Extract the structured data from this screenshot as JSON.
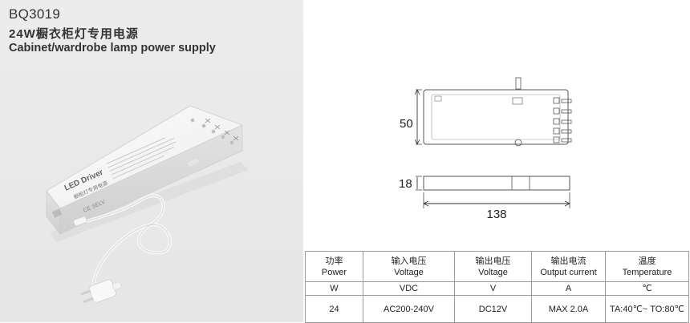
{
  "header": {
    "model": "BQ3019",
    "title_cn": "24W橱衣柜灯专用电源",
    "title_en": "Cabinet/wardrobe lamp power supply"
  },
  "product": {
    "label_main": "LED Driver",
    "label_cn": "橱柜灯专用电源",
    "label_selv": "CE SELV"
  },
  "drawing": {
    "dim_height": "50",
    "dim_thickness": "18",
    "dim_length": "138"
  },
  "spec_table": {
    "columns": [
      {
        "cn": "功率",
        "en": "Power",
        "unit": "W",
        "value": "24"
      },
      {
        "cn": "输入电压",
        "en": "Voltage",
        "unit": "VDC",
        "value": "AC200-240V"
      },
      {
        "cn": "输出电压",
        "en": "Voltage",
        "unit": "V",
        "value": "DC12V"
      },
      {
        "cn": "输出电流",
        "en": "Output current",
        "unit": "A",
        "value": "MAX 2.0A"
      },
      {
        "cn": "温度",
        "en": "Temperature",
        "unit": "℃",
        "value": "TA:40℃~ TO:80℃"
      }
    ]
  }
}
